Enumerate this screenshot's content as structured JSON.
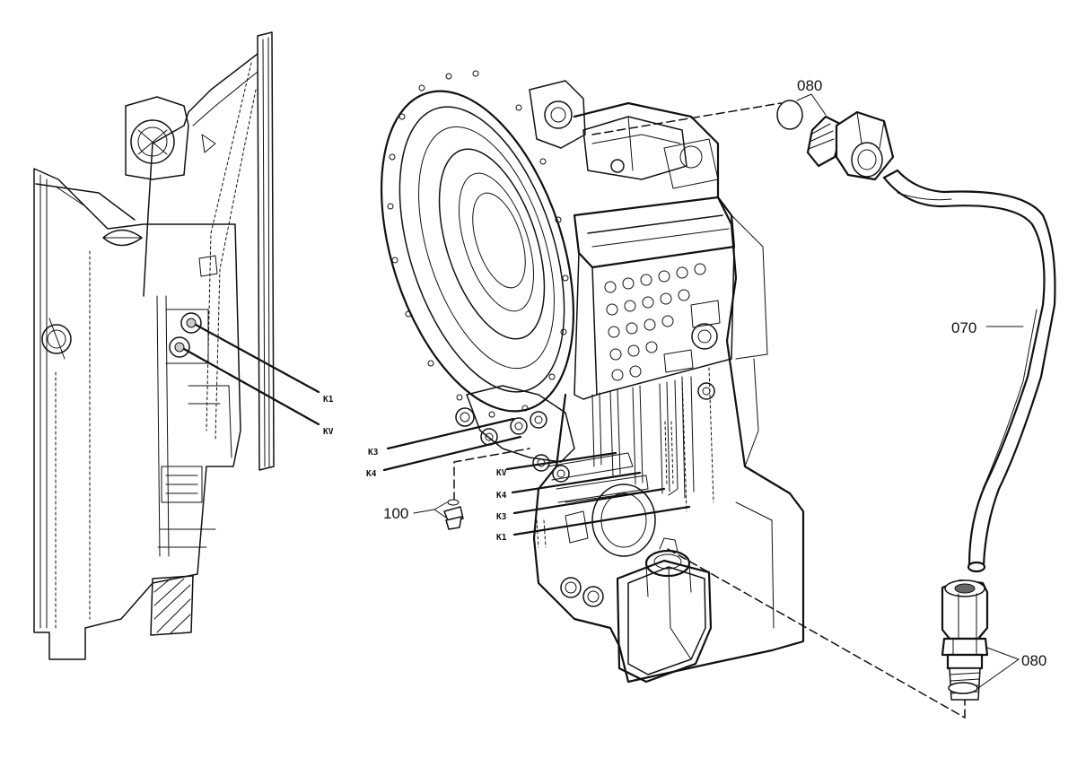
{
  "callouts": {
    "o_ring_top": "080",
    "pipe": "070",
    "o_ring_bottom": "080",
    "plug": "100"
  },
  "ports_left_view": {
    "k1": "K1",
    "kv": "KV"
  },
  "ports_main_view": {
    "k3_upper": "K3",
    "k4_upper": "K4",
    "kv": "KV",
    "k4_lower": "K4",
    "k3_lower": "K3",
    "k1": "K1"
  }
}
